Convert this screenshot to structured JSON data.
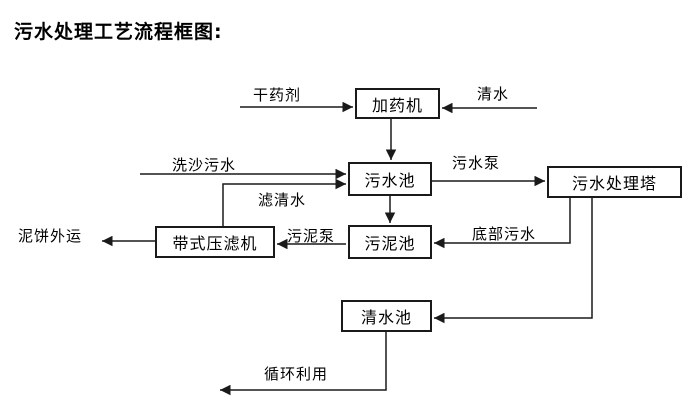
{
  "title": "污水处理工艺流程框图:",
  "diagram": {
    "type": "flowchart",
    "direction": "mixed",
    "line_color": "#1a1a1a",
    "box_fill": "#ffffff",
    "nodes": [
      {
        "id": "dosing-machine",
        "label": "加药机"
      },
      {
        "id": "sewage-pool",
        "label": "污水池"
      },
      {
        "id": "treatment-tower",
        "label": "污水处理塔"
      },
      {
        "id": "sludge-pool",
        "label": "污泥池"
      },
      {
        "id": "belt-filter-press",
        "label": "带式压滤机"
      },
      {
        "id": "clean-water-pool",
        "label": "清水池"
      }
    ],
    "edge_labels": [
      {
        "id": "dry-agent",
        "label": "干药剂",
        "edge": "外部 → 加药机"
      },
      {
        "id": "clean-water",
        "label": "清水",
        "edge": "外部 → 加药机"
      },
      {
        "id": "sand-wash-sewage",
        "label": "洗沙污水",
        "edge": "外部 → 污水池"
      },
      {
        "id": "filtered-water",
        "label": "滤清水",
        "edge": "带式压滤机 → 污水池"
      },
      {
        "id": "sewage-pump",
        "label": "污水泵",
        "edge": "污水池 → 污水处理塔"
      },
      {
        "id": "bottom-sewage",
        "label": "底部污水",
        "edge": "污水处理塔 → 污泥池"
      },
      {
        "id": "sludge-pump",
        "label": "污泥泵",
        "edge": "污泥池 → 带式压滤机"
      },
      {
        "id": "mud-cake-out",
        "label": "泥饼外运",
        "edge": "带式压滤机 → 外部"
      },
      {
        "id": "recycle-use",
        "label": "循环利用",
        "edge": "清水池 → 外部"
      }
    ],
    "unlabeled_edges": [
      "加药机 → 污水池",
      "污水池 → 污泥池",
      "污水处理塔 → 清水池"
    ]
  }
}
